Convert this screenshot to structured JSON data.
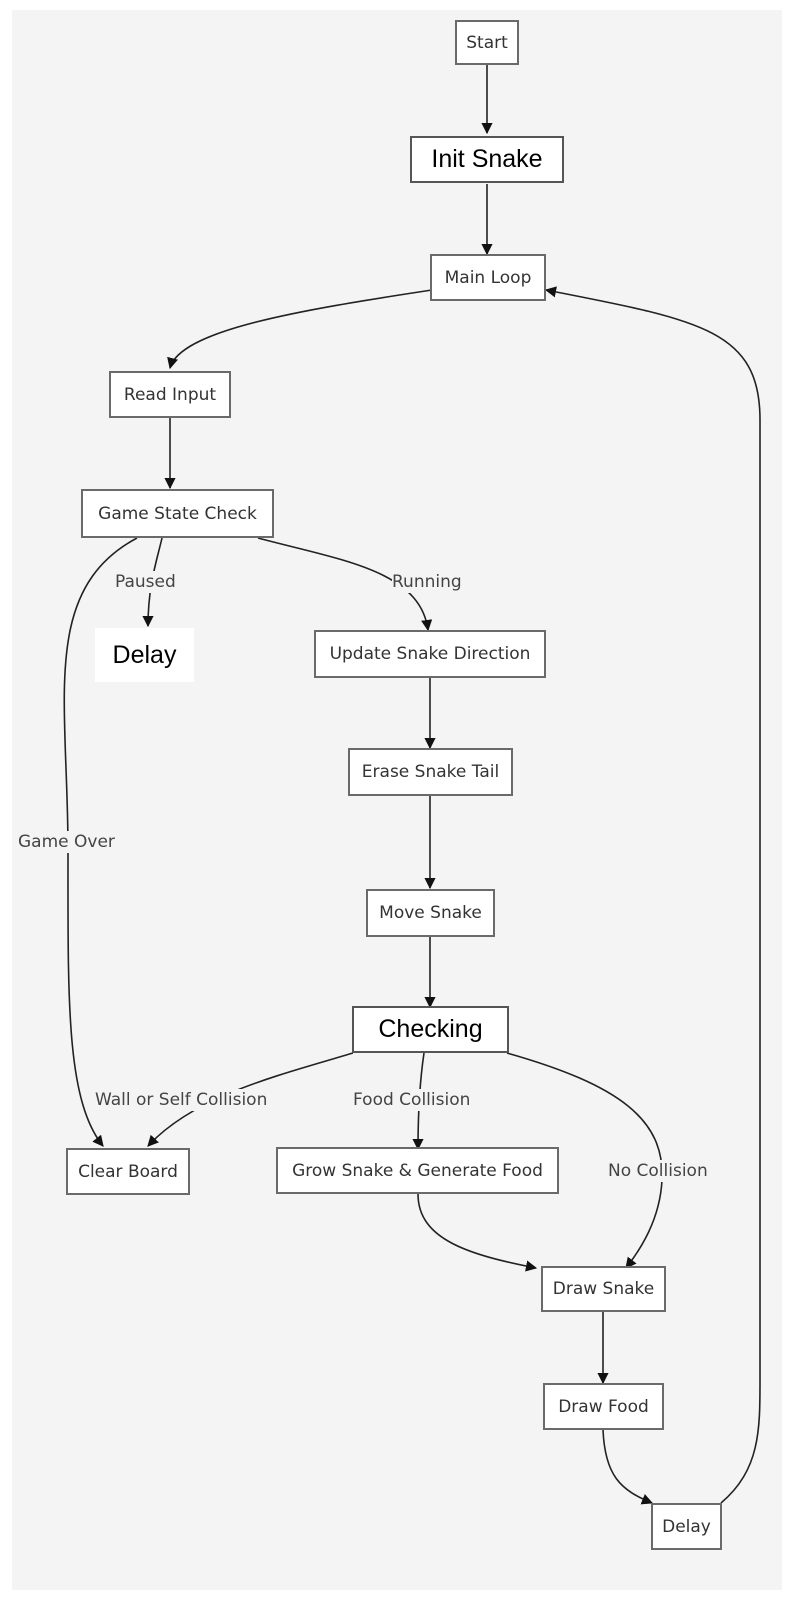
{
  "nodes": {
    "start": "Start",
    "init_snake": "Init Snake",
    "main_loop": "Main Loop",
    "read_input": "Read Input",
    "game_state_check": "Game State Check",
    "delay_paused": "Delay",
    "update_direction": "Update Snake Direction",
    "erase_tail": "Erase Snake Tail",
    "move_snake": "Move Snake",
    "checking": "Checking",
    "clear_board": "Clear Board",
    "grow_snake": "Grow Snake & Generate Food",
    "draw_snake": "Draw Snake",
    "draw_food": "Draw Food",
    "delay_end": "Delay"
  },
  "edges": {
    "paused": "Paused",
    "running": "Running",
    "game_over": "Game Over",
    "wall_self_collision": "Wall or Self Collision",
    "food_collision": "Food Collision",
    "no_collision": "No Collision"
  },
  "colors": {
    "background": "#f4f4f4",
    "node_fill": "#ffffff",
    "node_border": "#6a6a6a",
    "edge": "#222222",
    "text": "#333333"
  }
}
